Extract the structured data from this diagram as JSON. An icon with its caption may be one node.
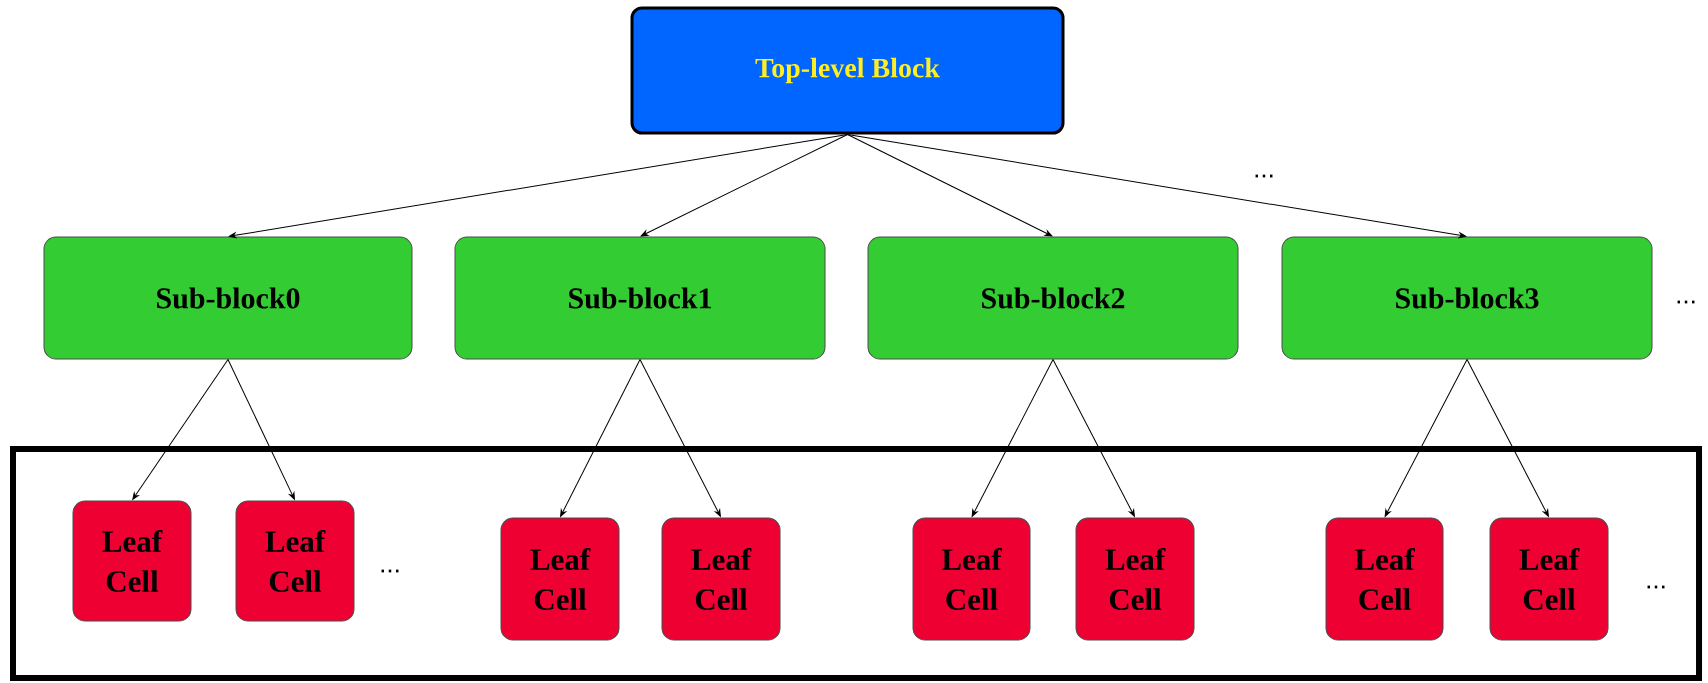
{
  "diagram": {
    "nodes": [
      {
        "text": [
          "Top-level Block"
        ]
      },
      {
        "text": [
          "Sub-block0"
        ]
      },
      {
        "text": [
          "Sub-block1"
        ]
      },
      {
        "text": [
          "Sub-block2"
        ]
      },
      {
        "text": [
          "Sub-block3"
        ]
      },
      {
        "text": [],
        "shape": "box"
      },
      {
        "text": [
          "Leaf Cell"
        ],
        "in": 5
      },
      {
        "text": [
          "Leaf Cell"
        ],
        "in": 5
      },
      {
        "text": [
          "Leaf Cell"
        ],
        "in": 5
      },
      {
        "text": [
          "Leaf Cell"
        ],
        "in": 5
      },
      {
        "text": [
          "Leaf Cell"
        ],
        "in": 5
      },
      {
        "text": [
          "Leaf Cell"
        ],
        "in": 5
      },
      {
        "text": [
          "Leaf Cell"
        ],
        "in": 5
      },
      {
        "text": [
          "Leaf Cell"
        ],
        "in": 5
      }
    ],
    "edges": [
      {
        "from": 0,
        "to": 1,
        "arrow": "to"
      },
      {
        "from": 0,
        "to": 2,
        "arrow": "to"
      },
      {
        "from": 0,
        "to": 3,
        "arrow": "to"
      },
      {
        "from": 0,
        "to": 4,
        "arrow": "to"
      },
      {
        "from": 1,
        "to": 6,
        "arrow": "to"
      },
      {
        "from": 1,
        "to": 7,
        "arrow": "to"
      },
      {
        "from": 2,
        "to": 8,
        "arrow": "to"
      },
      {
        "from": 2,
        "to": 9,
        "arrow": "to"
      },
      {
        "from": 3,
        "to": 10,
        "arrow": "to"
      },
      {
        "from": 3,
        "to": 11,
        "arrow": "to"
      },
      {
        "from": 4,
        "to": 12,
        "arrow": "to"
      },
      {
        "from": 4,
        "to": 13,
        "arrow": "to"
      }
    ],
    "labels": [
      "...",
      "...",
      "...",
      "..."
    ]
  }
}
